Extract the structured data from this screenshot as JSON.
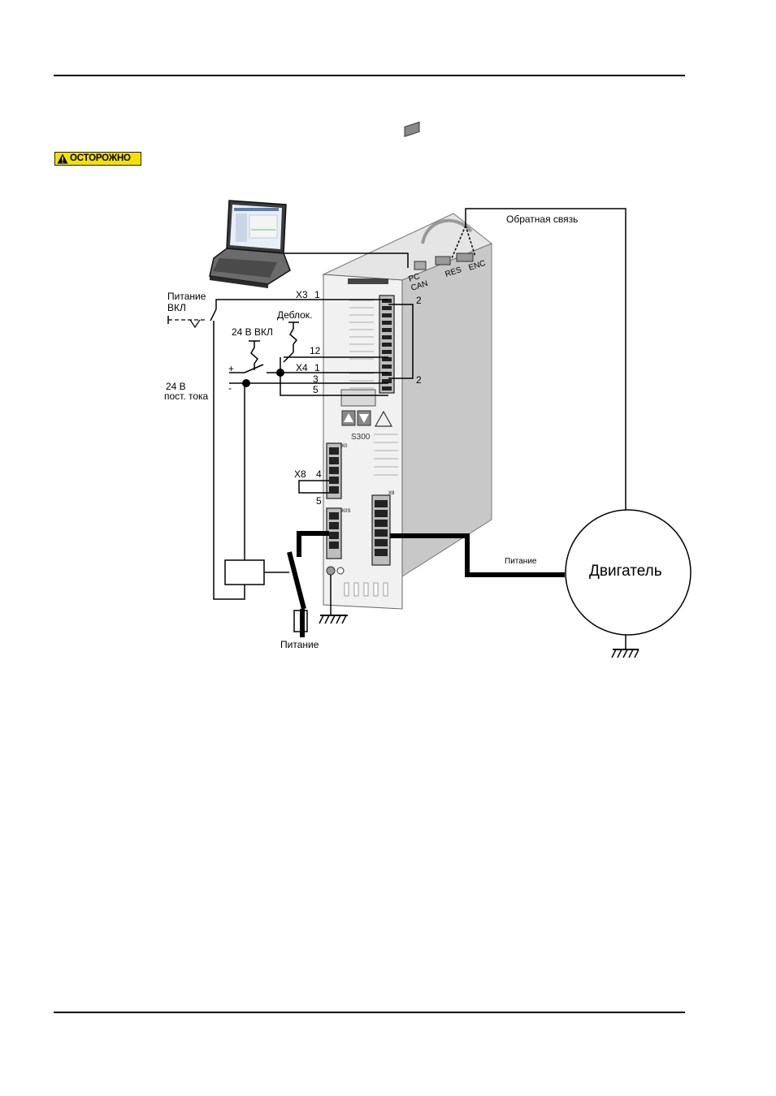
{
  "caution": {
    "label": "ОСТОРОЖНО",
    "color": "#f5e000"
  },
  "diagram": {
    "feedback": "Обратная связь",
    "ports": {
      "pc": "PC",
      "can": "CAN",
      "res": "RES",
      "enc": "ENC"
    },
    "power_on": {
      "line1": "Питание",
      "line2": "ВКЛ"
    },
    "x3": "X3",
    "x4": "X4",
    "x8": "X8",
    "unlock": "Деблок.",
    "v24_on": "24 В ВКЛ",
    "dc24": {
      "line1": "24 В",
      "line2": "пост. тока"
    },
    "plus": "+",
    "minus": "-",
    "pins": {
      "x3_1": "1",
      "x3_2": "2",
      "x3_12": "12",
      "x4_1": "1",
      "x4_2": "2",
      "x4_3": "3",
      "x4_5": "5",
      "x8_4": "4",
      "x8_5": "5"
    },
    "motor": "Двигатель",
    "motor_power": "Питание",
    "mains_power": "Питание",
    "drive_model": "S300",
    "panel": {
      "x0": "X0",
      "x0s": "X0S",
      "x9": "X9"
    }
  }
}
